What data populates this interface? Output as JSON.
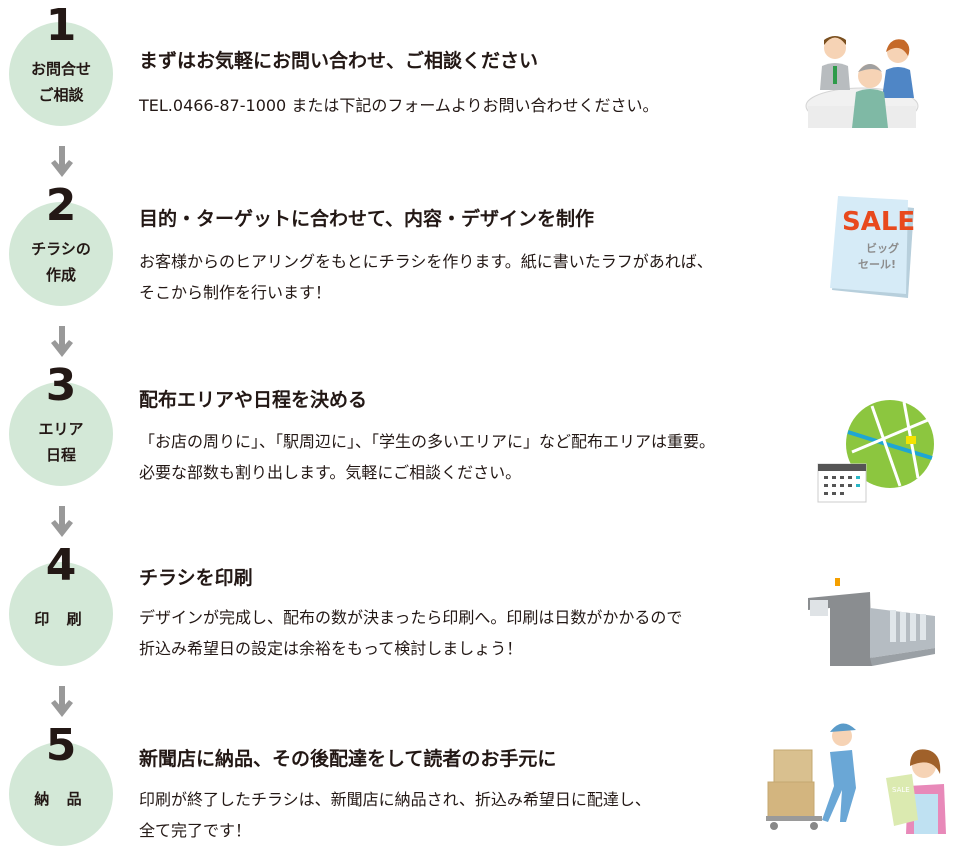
{
  "steps": [
    {
      "number": "1",
      "label": "お問合せ\nご相談",
      "title": "まずはお気軽にお問い合わせ、ご相談ください",
      "description": "TEL.0466-87-1000 または下記のフォームよりお問い合わせください。",
      "illustration": "consultation-meeting-illustration"
    },
    {
      "number": "2",
      "label": "チラシの\n作成",
      "title": "目的・ターゲットに合わせて、内容・デザインを制作",
      "description": "お客様からのヒアリングをもとにチラシを作ります。紙に書いたラフがあれば、\nそこから制作を行います！",
      "illustration": "sale-flyer-illustration",
      "flyer_text": {
        "headline": "SALE",
        "sub1": "ビッグ",
        "sub2": "セール!"
      }
    },
    {
      "number": "3",
      "label": "エリア\n日程",
      "title": "配布エリアや日程を決める",
      "description": "「お店の周りに」、「駅周辺に」、「学生の多いエリアに」など配布エリアは重要。\n必要な部数も割り出します。気軽にご相談ください。",
      "illustration": "map-calendar-illustration"
    },
    {
      "number": "4",
      "label": "印 刷",
      "title": "チラシを印刷",
      "description": "デザインが完成し、配布の数が決まったら印刷へ。印刷は日数がかかるので\n折込み希望日の設定は余裕をもって検討しましょう！",
      "illustration": "printing-press-illustration"
    },
    {
      "number": "5",
      "label": "納 品",
      "title": "新聞店に納品、その後配達をして読者のお手元に",
      "description": "印刷が終了したチラシは、新聞店に納品され、折込み希望日に配達し、\n全て完了です！",
      "illustration": "delivery-reader-illustration",
      "flyer_text": {
        "headline": "SALE"
      }
    }
  ],
  "colors": {
    "circle": "#d3e8d7",
    "arrow": "#999999",
    "text": "#231815",
    "sale_red": "#e8491d",
    "flyer_blue": "#d6ebf7"
  }
}
